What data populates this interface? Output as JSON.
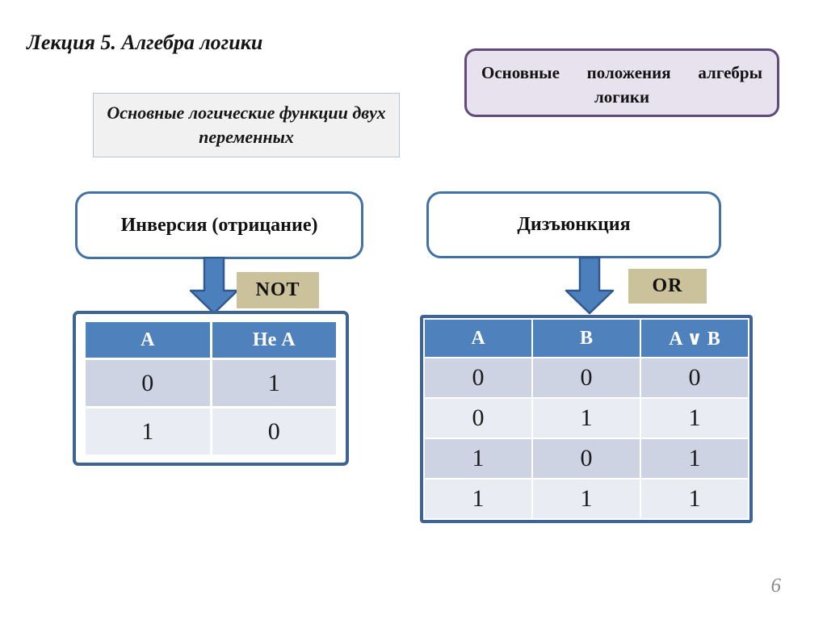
{
  "slide": {
    "title": "Лекция 5. Алгебра логики",
    "page_number": "6"
  },
  "callouts": {
    "main_topic": "Основные положения алгебры логики",
    "subtitle": "Основные логические функции двух переменных"
  },
  "inversion": {
    "box_label": "Инверсия (отрицание)",
    "tag": "NOT",
    "table": {
      "headers": [
        "A",
        "Не A"
      ],
      "rows": [
        [
          "0",
          "1"
        ],
        [
          "1",
          "0"
        ]
      ]
    }
  },
  "disjunction": {
    "box_label": "Дизъюнкция",
    "tag": "OR",
    "table": {
      "headers": [
        "A",
        "B",
        "A ∨  B"
      ],
      "rows": [
        [
          "0",
          "0",
          "0"
        ],
        [
          "0",
          "1",
          "1"
        ],
        [
          "1",
          "0",
          "1"
        ],
        [
          "1",
          "1",
          "1"
        ]
      ]
    }
  },
  "colors": {
    "header_blue": "#4f81bd",
    "row_dark": "#cdd3e3",
    "row_light": "#eaecf3",
    "table_border": "#3d6492",
    "box_border": "#4272a4",
    "arrow_fill": "#4c80bc",
    "arrow_stroke": "#30598f",
    "tag_background": "#cbc19b",
    "topic_border": "#604a7b",
    "topic_background": "#e8e2ee",
    "subtitle_background": "#f1f1f1"
  }
}
